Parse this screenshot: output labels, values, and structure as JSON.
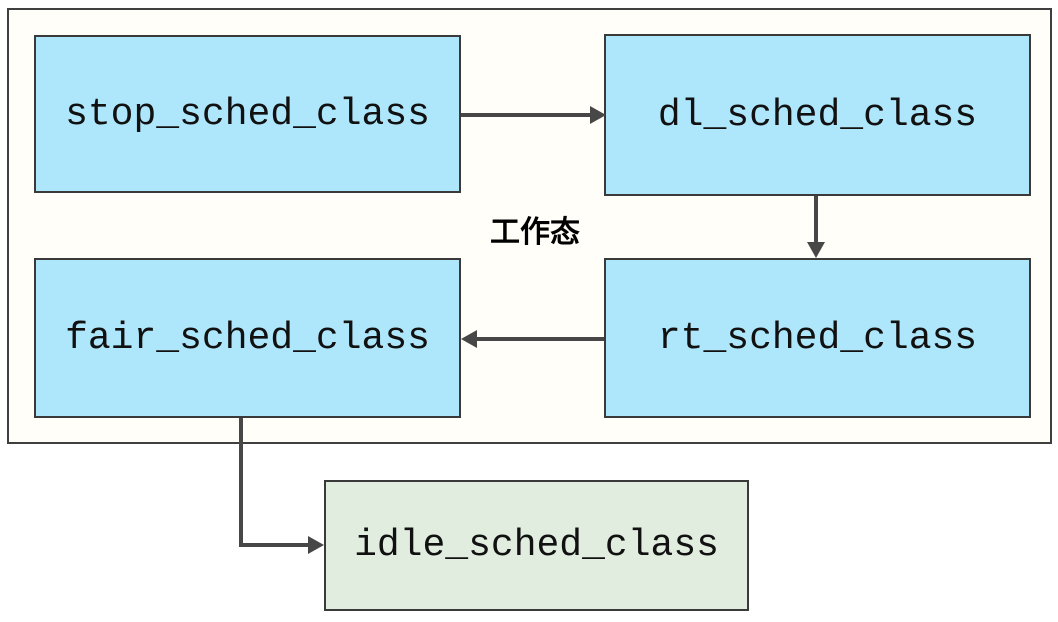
{
  "diagram": {
    "title_none": "",
    "frame": {
      "label": "工作态"
    },
    "nodes": {
      "stop": {
        "label": "stop_sched_class",
        "fill": "#aee6fb"
      },
      "dl": {
        "label": "dl_sched_class",
        "fill": "#aee6fb"
      },
      "fair": {
        "label": "fair_sched_class",
        "fill": "#aee6fb"
      },
      "rt": {
        "label": "rt_sched_class",
        "fill": "#aee6fb"
      },
      "idle": {
        "label": "idle_sched_class",
        "fill": "#e0eddf"
      }
    },
    "edges": [
      {
        "from": "stop_sched_class",
        "to": "dl_sched_class",
        "direction": "right"
      },
      {
        "from": "dl_sched_class",
        "to": "rt_sched_class",
        "direction": "down"
      },
      {
        "from": "rt_sched_class",
        "to": "fair_sched_class",
        "direction": "left"
      },
      {
        "from": "fair_sched_class",
        "to": "idle_sched_class",
        "direction": "down-then-right"
      }
    ],
    "colors": {
      "node_fill_blue": "#aee6fb",
      "node_fill_green": "#e0eddf",
      "frame_fill": "#fffef8",
      "border": "#3a3a3a",
      "arrow": "#474747",
      "text": "#111111",
      "page_background": "#ffffff"
    }
  }
}
